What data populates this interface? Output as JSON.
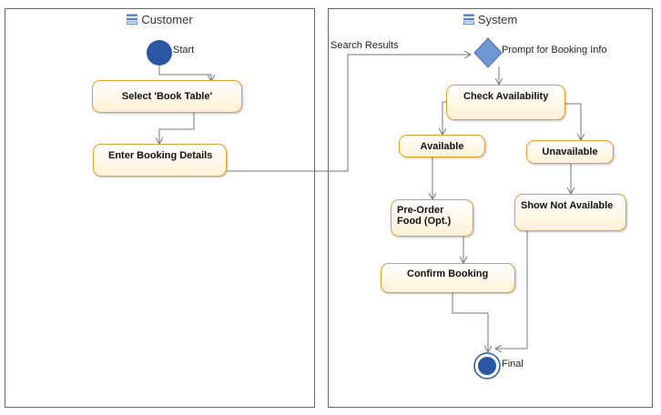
{
  "lanes": {
    "customer": {
      "title": "Customer"
    },
    "system": {
      "title": "System"
    }
  },
  "nodes": {
    "start": {
      "label": "Start"
    },
    "select_book_table": {
      "label": "Select 'Book Table'"
    },
    "enter_booking_details": {
      "label": "Enter Booking Details"
    },
    "prompt_for_booking_info": {
      "label": "Prompt for Booking Info"
    },
    "check_availability": {
      "label": "Check Availability"
    },
    "available": {
      "label": "Available"
    },
    "unavailable": {
      "label": "Unavailable"
    },
    "pre_order_food": {
      "label": "Pre-Order Food (Opt.)"
    },
    "show_not_available": {
      "label": "Show Not Available"
    },
    "confirm_booking": {
      "label": "Confirm Booking"
    },
    "final": {
      "label": "Final"
    }
  },
  "edges": {
    "search_results": {
      "label": "Search Results"
    }
  },
  "colors": {
    "lane_border": "#7a5c7a",
    "action_border": "#e0a030",
    "initial_node": "#2a56a4",
    "decision_node": "#6f97d2",
    "edge": "#777777"
  }
}
